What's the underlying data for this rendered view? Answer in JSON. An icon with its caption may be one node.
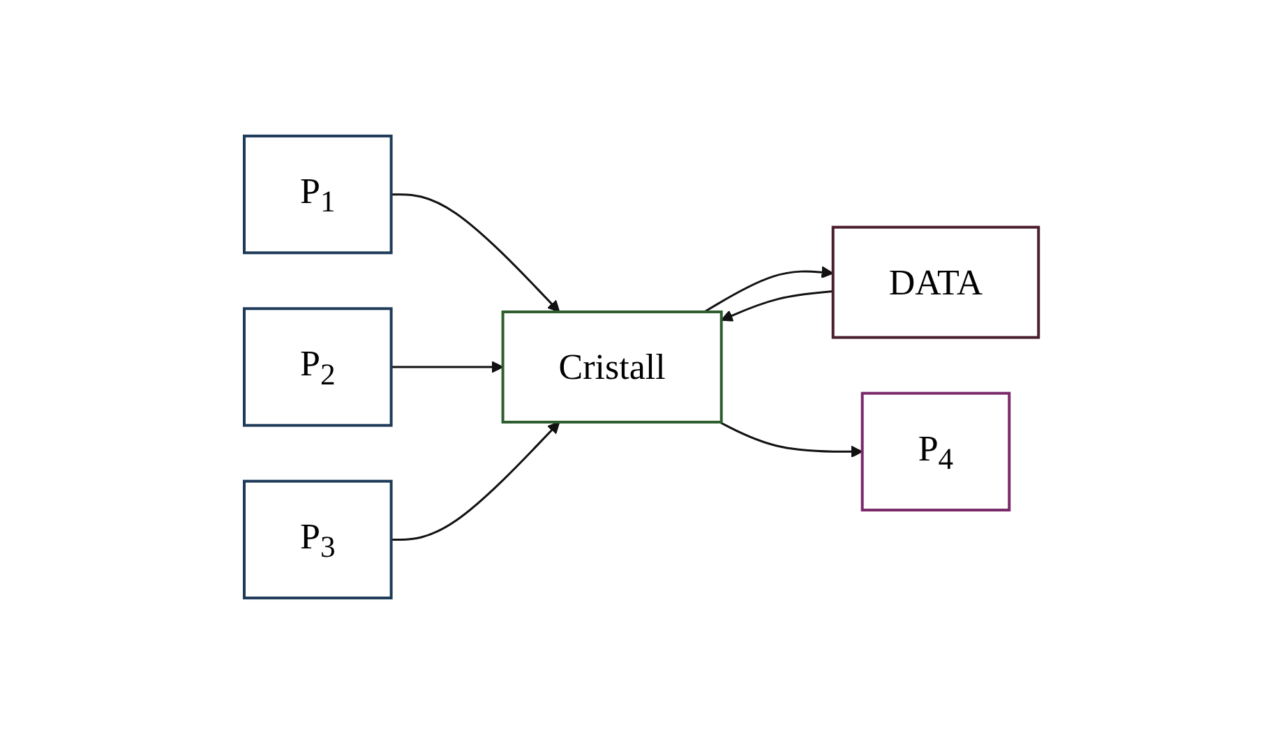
{
  "diagram": {
    "nodes": [
      {
        "text": [
          "P$_{1}$"
        ]
      },
      {
        "text": [
          "P$_{2}$"
        ]
      },
      {
        "text": [
          "P$_{3}$"
        ]
      },
      {
        "text": [
          "DATA"
        ]
      },
      {
        "text": [
          "Cristall"
        ]
      },
      {
        "text": [
          "P$_{4}$"
        ]
      }
    ],
    "edges": [
      {
        "from": 0,
        "to": 4,
        "arrow": "to"
      },
      {
        "from": 1,
        "to": 4,
        "arrow": "to"
      },
      {
        "from": 2,
        "to": 4,
        "arrow": "to"
      },
      {
        "from": 3,
        "to": 4,
        "arrow": "to"
      },
      {
        "from": 4,
        "to": 3,
        "arrow": "to"
      },
      {
        "from": 4,
        "to": 5,
        "arrow": "to"
      }
    ]
  }
}
